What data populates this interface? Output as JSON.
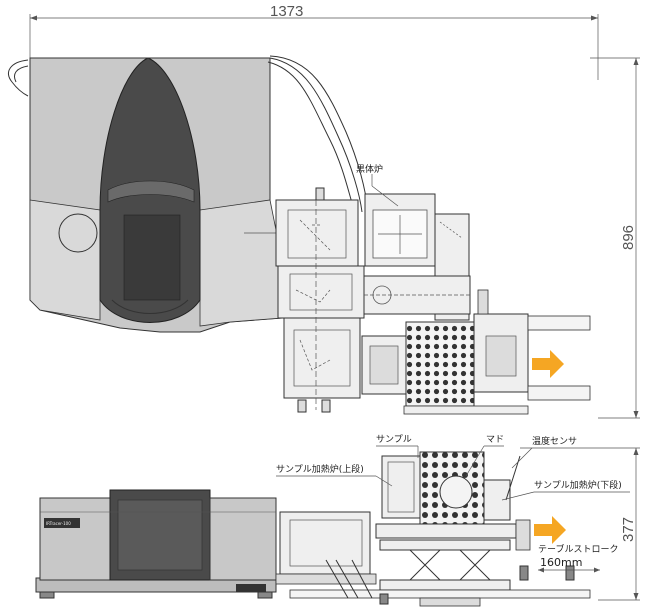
{
  "dimensions": {
    "total_width": "1373",
    "total_height": "896",
    "side_height": "377"
  },
  "labels": {
    "blackbody_furnace": "黒体炉",
    "sample": "サンプル",
    "window": "マド",
    "temperature_sensor": "温度センサ",
    "sample_heater_upper": "サンプル加熱炉(上段)",
    "sample_heater_lower": "サンプル加熱炉(下段)",
    "table_stroke": "テーブルストローク",
    "table_stroke_value": "160mm"
  },
  "instrument_badge": "IRTracer-100",
  "colors": {
    "arrow": "#f5a623",
    "body_dark": "#4a4a4a",
    "body_light": "#c8c8c8"
  }
}
